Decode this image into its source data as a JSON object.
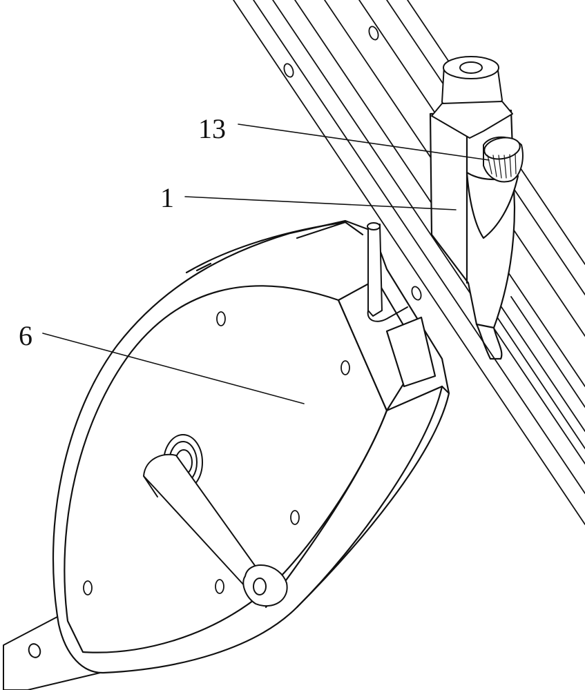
{
  "figure": {
    "callouts": [
      {
        "id": "13",
        "label": "13"
      },
      {
        "id": "1",
        "label": "1"
      },
      {
        "id": "6",
        "label": "6"
      }
    ]
  },
  "colors": {
    "line": "#111111",
    "fill": "#ffffff",
    "shade": "#e6e6e6"
  }
}
